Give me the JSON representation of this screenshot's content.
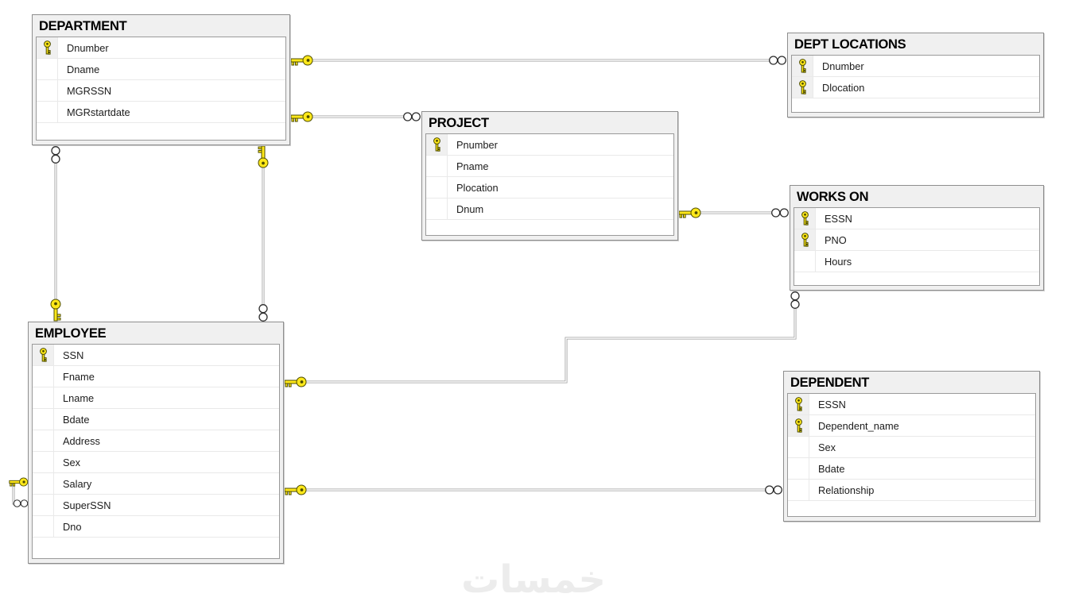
{
  "diagram": {
    "watermark": "خمسات",
    "colors": {
      "background": "#ffffff",
      "table_frame_bg": "#f0f0f0",
      "table_border": "#8e8e8e",
      "rows_border": "#9a9a9a",
      "row_separator": "#e9e9e9",
      "connector_gray": "#9c9c9c",
      "key_yellow": "#ffe81a",
      "key_outline": "#4c4c00",
      "text_black": "#1c1c1c"
    },
    "tables": [
      {
        "id": "department",
        "title": "DEPARTMENT",
        "fields": [
          {
            "name": "Dnumber",
            "pk": true
          },
          {
            "name": "Dname",
            "pk": false
          },
          {
            "name": "MGRSSN",
            "pk": false
          },
          {
            "name": "MGRstartdate",
            "pk": false
          }
        ]
      },
      {
        "id": "dept_locations",
        "title": "DEPT LOCATIONS",
        "fields": [
          {
            "name": "Dnumber",
            "pk": true
          },
          {
            "name": "Dlocation",
            "pk": true
          }
        ]
      },
      {
        "id": "project",
        "title": "PROJECT",
        "fields": [
          {
            "name": "Pnumber",
            "pk": true
          },
          {
            "name": "Pname",
            "pk": false
          },
          {
            "name": "Plocation",
            "pk": false
          },
          {
            "name": "Dnum",
            "pk": false
          }
        ]
      },
      {
        "id": "works_on",
        "title": "WORKS ON",
        "fields": [
          {
            "name": "ESSN",
            "pk": true
          },
          {
            "name": "PNO",
            "pk": true
          },
          {
            "name": "Hours",
            "pk": false
          }
        ]
      },
      {
        "id": "employee",
        "title": "EMPLOYEE",
        "fields": [
          {
            "name": "SSN",
            "pk": true
          },
          {
            "name": "Fname",
            "pk": false
          },
          {
            "name": "Lname",
            "pk": false
          },
          {
            "name": "Bdate",
            "pk": false
          },
          {
            "name": "Address",
            "pk": false
          },
          {
            "name": "Sex",
            "pk": false
          },
          {
            "name": "Salary",
            "pk": false
          },
          {
            "name": "SuperSSN",
            "pk": false
          },
          {
            "name": "Dno",
            "pk": false
          }
        ]
      },
      {
        "id": "dependent",
        "title": "DEPENDENT",
        "fields": [
          {
            "name": "ESSN",
            "pk": true
          },
          {
            "name": "Dependent_name",
            "pk": true
          },
          {
            "name": "Sex",
            "pk": false
          },
          {
            "name": "Bdate",
            "pk": false
          },
          {
            "name": "Relationship",
            "pk": false
          }
        ]
      }
    ],
    "relationships": [
      {
        "one_side": "DEPARTMENT",
        "many_side": "DEPT LOCATIONS"
      },
      {
        "one_side": "DEPARTMENT",
        "many_side": "PROJECT"
      },
      {
        "one_side": "PROJECT",
        "many_side": "WORKS ON"
      },
      {
        "one_side": "EMPLOYEE",
        "many_side": "DEPARTMENT"
      },
      {
        "one_side": "DEPARTMENT",
        "many_side": "EMPLOYEE"
      },
      {
        "one_side": "EMPLOYEE",
        "many_side": "WORKS ON"
      },
      {
        "one_side": "EMPLOYEE",
        "many_side": "DEPENDENT"
      },
      {
        "one_side": "EMPLOYEE",
        "many_side": "EMPLOYEE"
      }
    ]
  }
}
